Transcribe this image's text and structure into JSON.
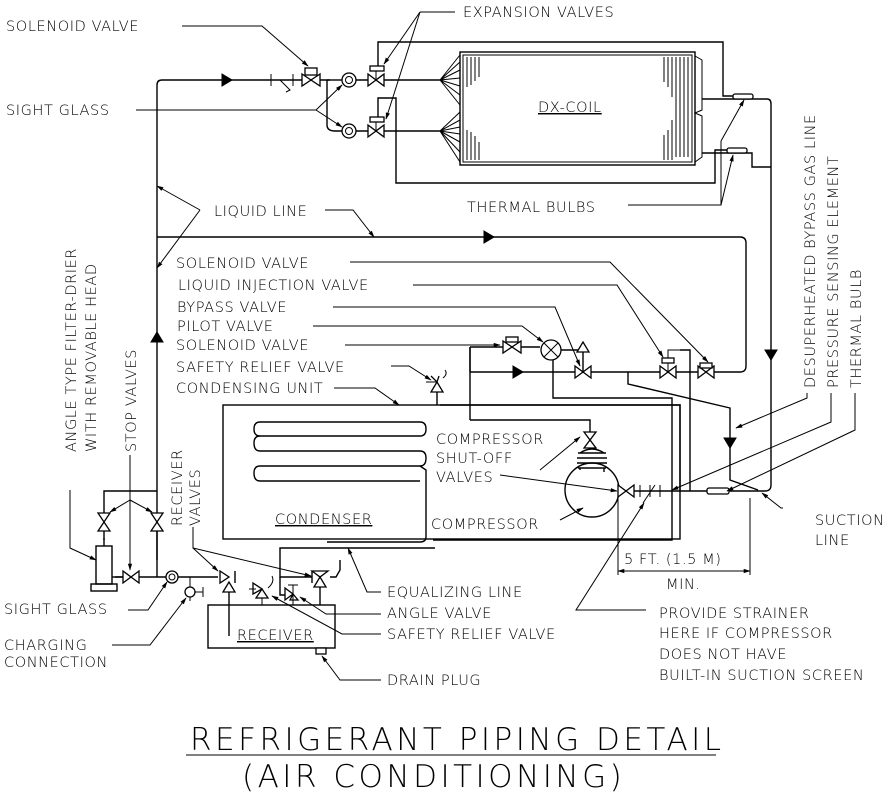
{
  "diagram": {
    "title": "REFRIGERANT PIPING DETAIL",
    "subtitle": "(AIR CONDITIONING)",
    "components": {
      "dx_coil": "DX-COIL",
      "condenser": "CONDENSER",
      "receiver": "RECEIVER"
    },
    "labels": {
      "solenoid_valve_top": "SOLENOID VALVE",
      "sight_glass_top": "SIGHT GLASS",
      "expansion_valves": "EXPANSION VALVES",
      "thermal_bulbs": "THERMAL BULBS",
      "liquid_line": "LIQUID LINE",
      "solenoid_valve_1": "SOLENOID VALVE",
      "liquid_injection_valve": "LIQUID INJECTION VALVE",
      "bypass_valve": "BYPASS VALVE",
      "pilot_valve": "PILOT VALVE",
      "solenoid_valve_2": "SOLENOID VALVE",
      "safety_relief_valve_top": "SAFETY RELIEF VALVE",
      "condensing_unit": "CONDENSING UNIT",
      "compressor_shutoff_1": "COMPRESSOR",
      "compressor_shutoff_2": "SHUT-OFF",
      "compressor_shutoff_3": "VALVES",
      "compressor": "COMPRESSOR",
      "filter_drier_1": "ANGLE TYPE FILTER-DRIER",
      "filter_drier_2": "WITH REMOVABLE HEAD",
      "stop_valves": "STOP VALVES",
      "receiver_valves_1": "RECEIVER",
      "receiver_valves_2": "VALVES",
      "desuperheated_bypass": "DESUPERHEATED BYPASS GAS LINE",
      "pressure_sensing": "PRESSURE SENSING ELEMENT",
      "thermal_bulb": "THERMAL BULB",
      "suction_line_1": "SUCTION",
      "suction_line_2": "LINE",
      "dimension_1": "5 FT. (1.5 M)",
      "dimension_2": "MIN.",
      "sight_glass_bottom": "SIGHT GLASS",
      "charging_connection_1": "CHARGING",
      "charging_connection_2": "CONNECTION",
      "equalizing_line": "EQUALIZING LINE",
      "angle_valve": "ANGLE VALVE",
      "safety_relief_valve_bottom": "SAFETY RELIEF VALVE",
      "drain_plug": "DRAIN PLUG",
      "strainer_1": "PROVIDE STRAINER",
      "strainer_2": "HERE IF COMPRESSOR",
      "strainer_3": "DOES NOT HAVE",
      "strainer_4": "BUILT-IN SUCTION SCREEN"
    }
  }
}
